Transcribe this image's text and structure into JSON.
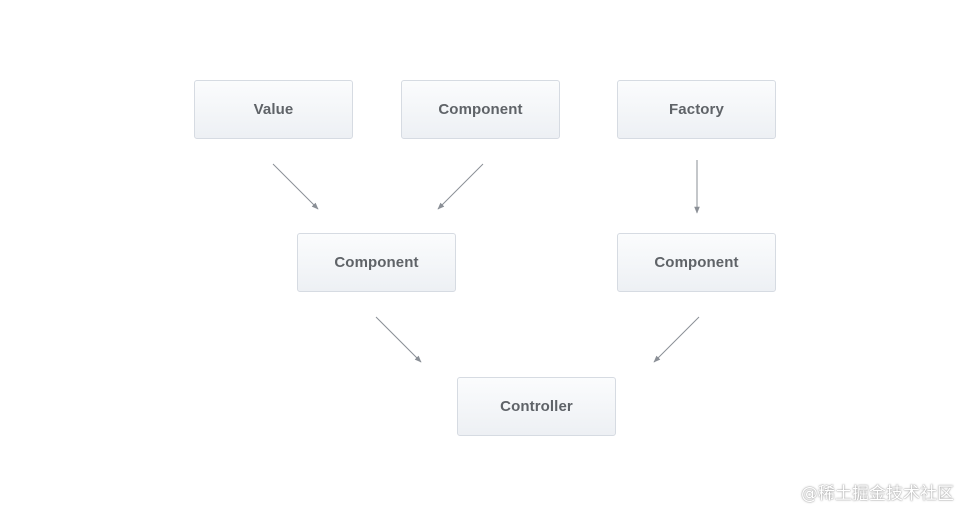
{
  "nodes": {
    "value": "Value",
    "component_top": "Component",
    "factory": "Factory",
    "component_left": "Component",
    "component_right": "Component",
    "controller": "Controller"
  },
  "edges": [
    {
      "from": "value",
      "to": "component_left"
    },
    {
      "from": "component_top",
      "to": "component_left"
    },
    {
      "from": "factory",
      "to": "component_right"
    },
    {
      "from": "component_left",
      "to": "controller"
    },
    {
      "from": "component_right",
      "to": "controller"
    }
  ],
  "colors": {
    "node_border": "#d6dbe2",
    "node_text": "#5f6368",
    "edge": "#8a8f96"
  },
  "watermark": "@稀土掘金技术社区"
}
